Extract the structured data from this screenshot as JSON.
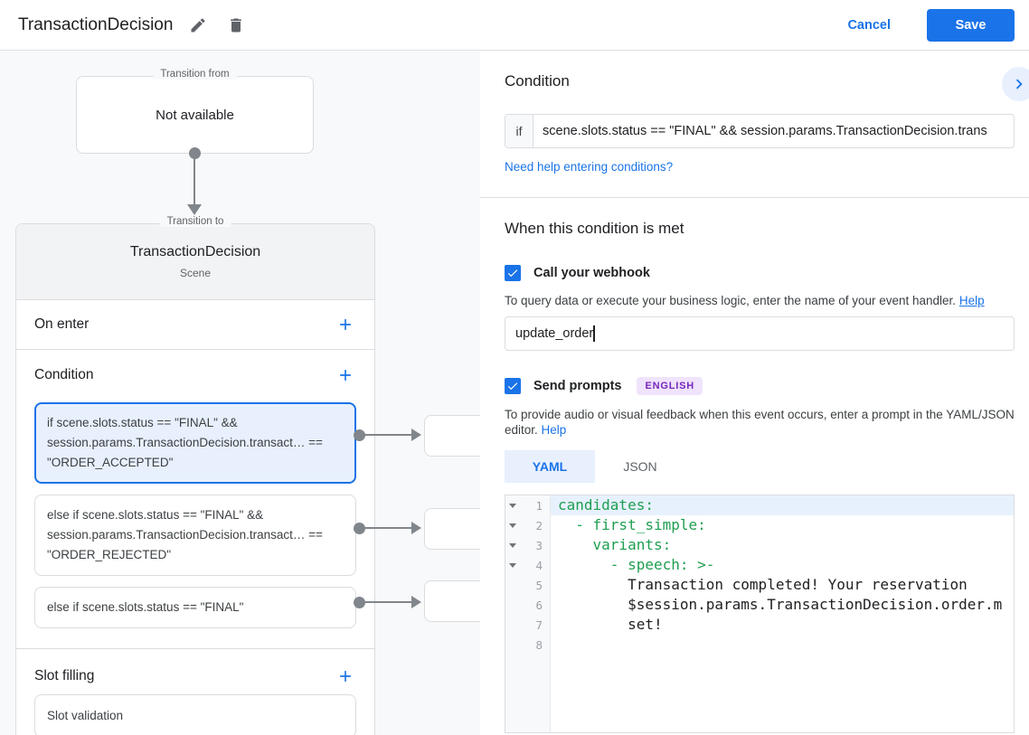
{
  "colors": {
    "accent": "#1a73e8",
    "selected_card_bg": "#e8f0fe",
    "badge_bg": "#f0e3fc",
    "badge_text": "#7627bb",
    "code_key_green": "#1e9e50",
    "diagram_bg": "#f8f9fa"
  },
  "header": {
    "title": "TransactionDecision",
    "cancel_label": "Cancel",
    "save_label": "Save"
  },
  "diagram": {
    "transition_from": {
      "legend": "Transition from",
      "content": "Not available"
    },
    "transition_to": {
      "legend": "Transition to",
      "title": "TransactionDecision",
      "subtitle": "Scene"
    },
    "sections": {
      "on_enter": "On enter",
      "condition": "Condition",
      "slot_filling": "Slot filling"
    },
    "condition_cards": [
      {
        "text": "if scene.slots.status == \"FINAL\" && session.params.TransactionDecision.transact… == \"ORDER_ACCEPTED\"",
        "selected": true
      },
      {
        "text": "else if scene.slots.status == \"FINAL\" && session.params.TransactionDecision.transact… == \"ORDER_REJECTED\"",
        "selected": false
      },
      {
        "text": "else if scene.slots.status == \"FINAL\"",
        "selected": false
      }
    ],
    "slot_card": "Slot validation"
  },
  "panel": {
    "condition": {
      "title": "Condition",
      "if_label": "if",
      "if_value": "scene.slots.status == \"FINAL\" && session.params.TransactionDecision.trans",
      "help_link": "Need help entering conditions?"
    },
    "when_met": {
      "title": "When this condition is met",
      "webhook": {
        "label": "Call your webhook",
        "checked": true,
        "helper": "To query data or execute your business logic, enter the name of your event handler.",
        "help_label": "Help",
        "value": "update_order"
      },
      "prompts": {
        "label": "Send prompts",
        "badge": "ENGLISH",
        "checked": true,
        "helper": "To provide audio or visual feedback when this event occurs, enter a prompt in the YAML/JSON editor.",
        "help_label": "Help"
      },
      "tabs": [
        {
          "label": "YAML",
          "active": true
        },
        {
          "label": "JSON",
          "active": false
        }
      ],
      "editor": {
        "lines": [
          {
            "num": "1",
            "text": "candidates:",
            "kind": "key",
            "fold": true,
            "active": true
          },
          {
            "num": "2",
            "text": "  - first_simple:",
            "kind": "key",
            "fold": true
          },
          {
            "num": "3",
            "text": "    variants:",
            "kind": "key",
            "fold": true
          },
          {
            "num": "4",
            "text": "      - speech: >-",
            "kind": "key",
            "fold": true
          },
          {
            "num": "5",
            "text": "        Transaction completed! Your reservation",
            "kind": "text"
          },
          {
            "num": "6",
            "text": "        $session.params.TransactionDecision.order.m",
            "kind": "text"
          },
          {
            "num": "7",
            "text": "        set!",
            "kind": "text"
          },
          {
            "num": "8",
            "text": "",
            "kind": "text"
          }
        ]
      }
    }
  }
}
